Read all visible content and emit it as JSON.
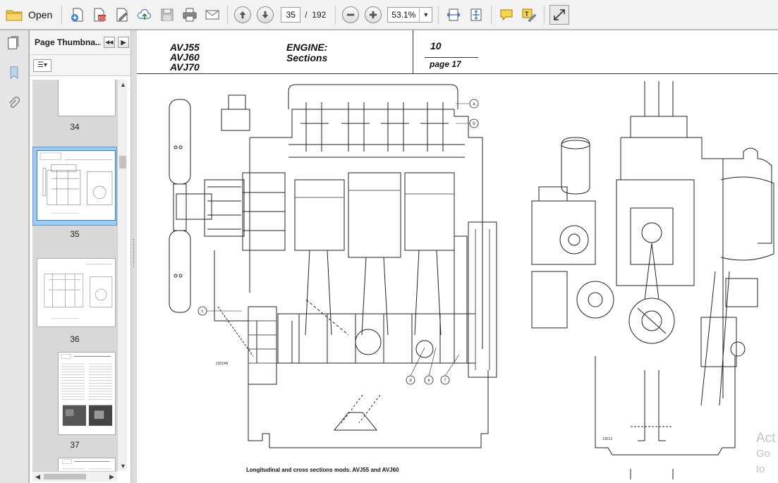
{
  "toolbar": {
    "open_label": "Open",
    "page_current": "35",
    "page_separator": "/",
    "page_total": "192",
    "zoom_value": "53.1%",
    "zoom_dropdown_glyph": "▼",
    "icons": [
      "folder-icon",
      "create-pdf-icon",
      "export-pdf-icon",
      "edit-icon",
      "upload-cloud-icon",
      "save-icon",
      "print-icon",
      "email-icon",
      "page-up-icon",
      "page-down-icon",
      "zoom-out-icon",
      "zoom-in-icon",
      "fit-width-icon",
      "fit-page-icon",
      "comment-icon",
      "highlight-icon",
      "fullscreen-icon"
    ]
  },
  "sidebar": {
    "title": "Page Thumbna...",
    "prev_glyph": "◀◀",
    "next_glyph": "▶",
    "options_glyph": "☰▾",
    "rail_icons": [
      "pages-icon",
      "bookmark-icon",
      "attachment-icon"
    ],
    "thumbnails": [
      {
        "label": "34"
      },
      {
        "label": "35",
        "selected": true
      },
      {
        "label": "36"
      },
      {
        "label": "37"
      }
    ]
  },
  "document": {
    "models": [
      "AVJ55",
      "AVJ60",
      "AVJ70"
    ],
    "section": [
      "ENGINE:",
      "Sections"
    ],
    "chapter": "10",
    "page_label": "page 17",
    "caption": "Longitudinal and cross sections mods. AVJ55 and AVJ60",
    "callouts": [
      "a",
      "b",
      "c",
      "d",
      "e",
      "f"
    ],
    "figure_codes": [
      "13014A",
      "13013"
    ]
  },
  "watermark": {
    "line1": "Act",
    "line2": "Go to"
  },
  "colors": {
    "toolbar_bg": "#f2f2f2",
    "workspace_bg": "#ababab",
    "selection": "#9ecbf0"
  }
}
